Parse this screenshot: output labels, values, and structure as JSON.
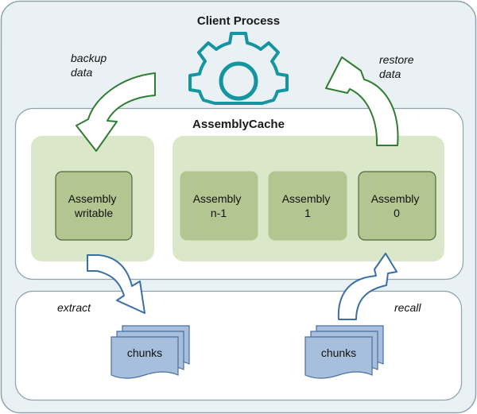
{
  "client_process": {
    "title": "Client Process"
  },
  "assembly_cache": {
    "title": "AssemblyCache"
  },
  "assemblies": {
    "writable": {
      "line1": "Assembly",
      "line2": "writable"
    },
    "n_minus_1": {
      "line1": "Assembly",
      "line2": "n-1"
    },
    "one": {
      "line1": "Assembly",
      "line2": "1"
    },
    "zero": {
      "line1": "Assembly",
      "line2": "0"
    }
  },
  "arrows": {
    "backup": {
      "line1": "backup",
      "line2": "data"
    },
    "restore": {
      "line1": "restore",
      "line2": "data"
    },
    "extract": "extract",
    "recall": "recall"
  },
  "chunks": {
    "left": "chunks",
    "right": "chunks"
  },
  "icons": {
    "gear": "gear-icon"
  },
  "colors": {
    "container_fill": "#e9f1f4",
    "container_stroke": "#8fa3ad",
    "white_panel": "#ffffff",
    "group_fill": "#dbe7c9",
    "assembly_fill": "#b3c591",
    "assembly_stroke": "#4d6b3a",
    "green_arrow": "#2e7d32",
    "blue_arrow": "#3a6ea5",
    "chunks_fill": "#a7bfdc",
    "gear": "#1495a0"
  }
}
